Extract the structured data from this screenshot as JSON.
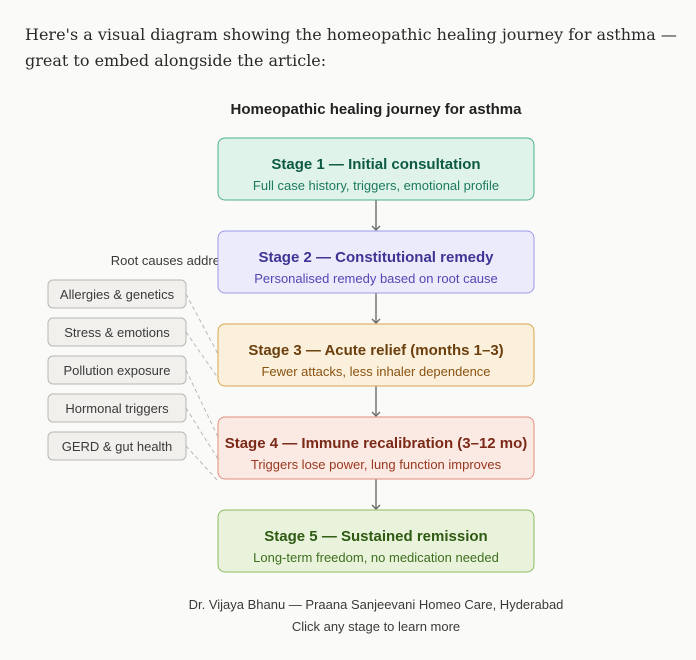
{
  "intro_text": "Here's a visual diagram showing the homeopathic healing journey for asthma — great to embed alongside the article:",
  "diagram": {
    "title": "Homeopathic healing journey for asthma",
    "root_label": "Root causes addressed:",
    "stages": [
      {
        "title": "Stage 1 — Initial consultation",
        "subtitle": "Full case history, triggers, emotional profile",
        "fill": "#dff3ea",
        "stroke": "#4fb08a",
        "title_color": "#0d5a43",
        "sub_color": "#1d7a5c"
      },
      {
        "title": "Stage 2 — Constitutional remedy",
        "subtitle": "Personalised remedy based on root cause",
        "fill": "#ecebfc",
        "stroke": "#9d98e6",
        "title_color": "#3d3493",
        "sub_color": "#5147b3"
      },
      {
        "title": "Stage 3 — Acute relief (months 1–3)",
        "subtitle": "Fewer attacks, less inhaler dependence",
        "fill": "#fbf0dc",
        "stroke": "#d8a54f",
        "title_color": "#6b3f0d",
        "sub_color": "#8a5210"
      },
      {
        "title": "Stage 4 — Immune recalibration (3–12 mo)",
        "subtitle": "Triggers lose power, lung function improves",
        "fill": "#fbe9e3",
        "stroke": "#df9079",
        "title_color": "#7a2a17",
        "sub_color": "#98381f"
      },
      {
        "title": "Stage 5 — Sustained remission",
        "subtitle": "Long-term freedom, no medication needed",
        "fill": "#e9f3dc",
        "stroke": "#8cba62",
        "title_color": "#2e5a12",
        "sub_color": "#3f6f1d"
      }
    ],
    "causes": [
      "Allergies & genetics",
      "Stress & emotions",
      "Pollution exposure",
      "Hormonal triggers",
      "GERD & gut health"
    ],
    "footer_credit": "Dr. Vijaya Bhanu — Praana Sanjeevani Homeo Care, Hyderabad",
    "footer_hint": "Click any stage to learn more"
  }
}
